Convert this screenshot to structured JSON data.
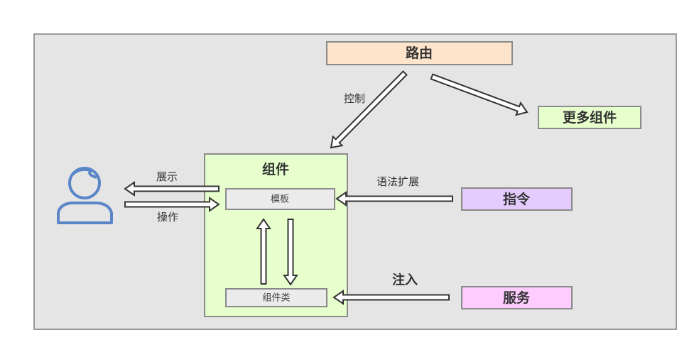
{
  "nodes": {
    "router": {
      "label": "路由",
      "color": "#ffe4cc"
    },
    "more_components": {
      "label": "更多组件",
      "color": "#e6ffcc"
    },
    "component": {
      "label": "组件",
      "color": "#e6ffcc"
    },
    "template": {
      "label": "模板",
      "color": "#ebebeb"
    },
    "component_class": {
      "label": "组件类",
      "color": "#ebebeb"
    },
    "directive": {
      "label": "指令",
      "color": "#e5ccff"
    },
    "service": {
      "label": "服务",
      "color": "#ffccff"
    },
    "user": {
      "icon": "user-icon",
      "color": "#5a86c8"
    }
  },
  "edges": {
    "control": {
      "label": "控制",
      "from": "router",
      "to": "component"
    },
    "router_more": {
      "label": "",
      "from": "router",
      "to": "more_components"
    },
    "display": {
      "label": "展示",
      "from": "template",
      "to": "user"
    },
    "operate": {
      "label": "操作",
      "from": "user",
      "to": "template"
    },
    "syntax_ext": {
      "label": "语法扩展",
      "from": "directive",
      "to": "template"
    },
    "inject": {
      "label": "注入",
      "from": "service",
      "to": "component_class"
    },
    "class_to_template": {
      "label": "",
      "from": "component_class",
      "to": "template"
    },
    "template_to_class": {
      "label": "",
      "from": "template",
      "to": "component_class"
    }
  }
}
